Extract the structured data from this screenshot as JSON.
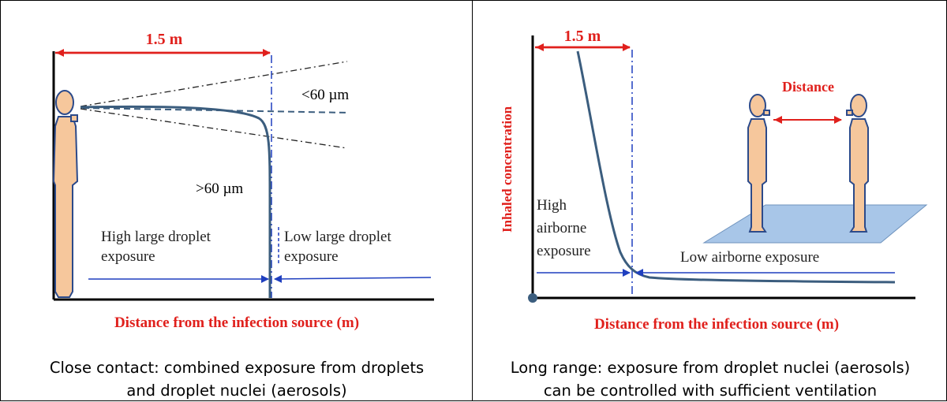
{
  "colors": {
    "red": "#e0201c",
    "curve": "#3b5d7e",
    "arrow_blue": "#1f3fbf",
    "skin": "#f6c79c",
    "outline": "#2c4a8a",
    "floor": "#a8c6e8"
  },
  "left_panel": {
    "distance_label": "1.5 m",
    "small_droplets_label": "<60 µm",
    "large_droplets_label": ">60 µm",
    "zone_left_line1": "High large droplet",
    "zone_left_line2": "exposure",
    "zone_right_line1": "Low large droplet",
    "zone_right_line2": "exposure",
    "xlabel": "Distance from the infection source (m)",
    "caption_line1": "Close contact: combined exposure from droplets",
    "caption_line2": "and droplet nuclei (aerosols)"
  },
  "right_panel": {
    "distance_label": "1.5 m",
    "ylabel": "Inhaled concentration",
    "people_distance_label": "Distance",
    "zone_left_line1": "High",
    "zone_left_line2": "airborne",
    "zone_left_line3": "exposure",
    "zone_right": "Low airborne exposure",
    "xlabel": "Distance from the infection source (m)",
    "caption_line1": "Long range: exposure from droplet nuclei (aerosols)",
    "caption_line2": "can be controlled with sufficient ventilation"
  }
}
